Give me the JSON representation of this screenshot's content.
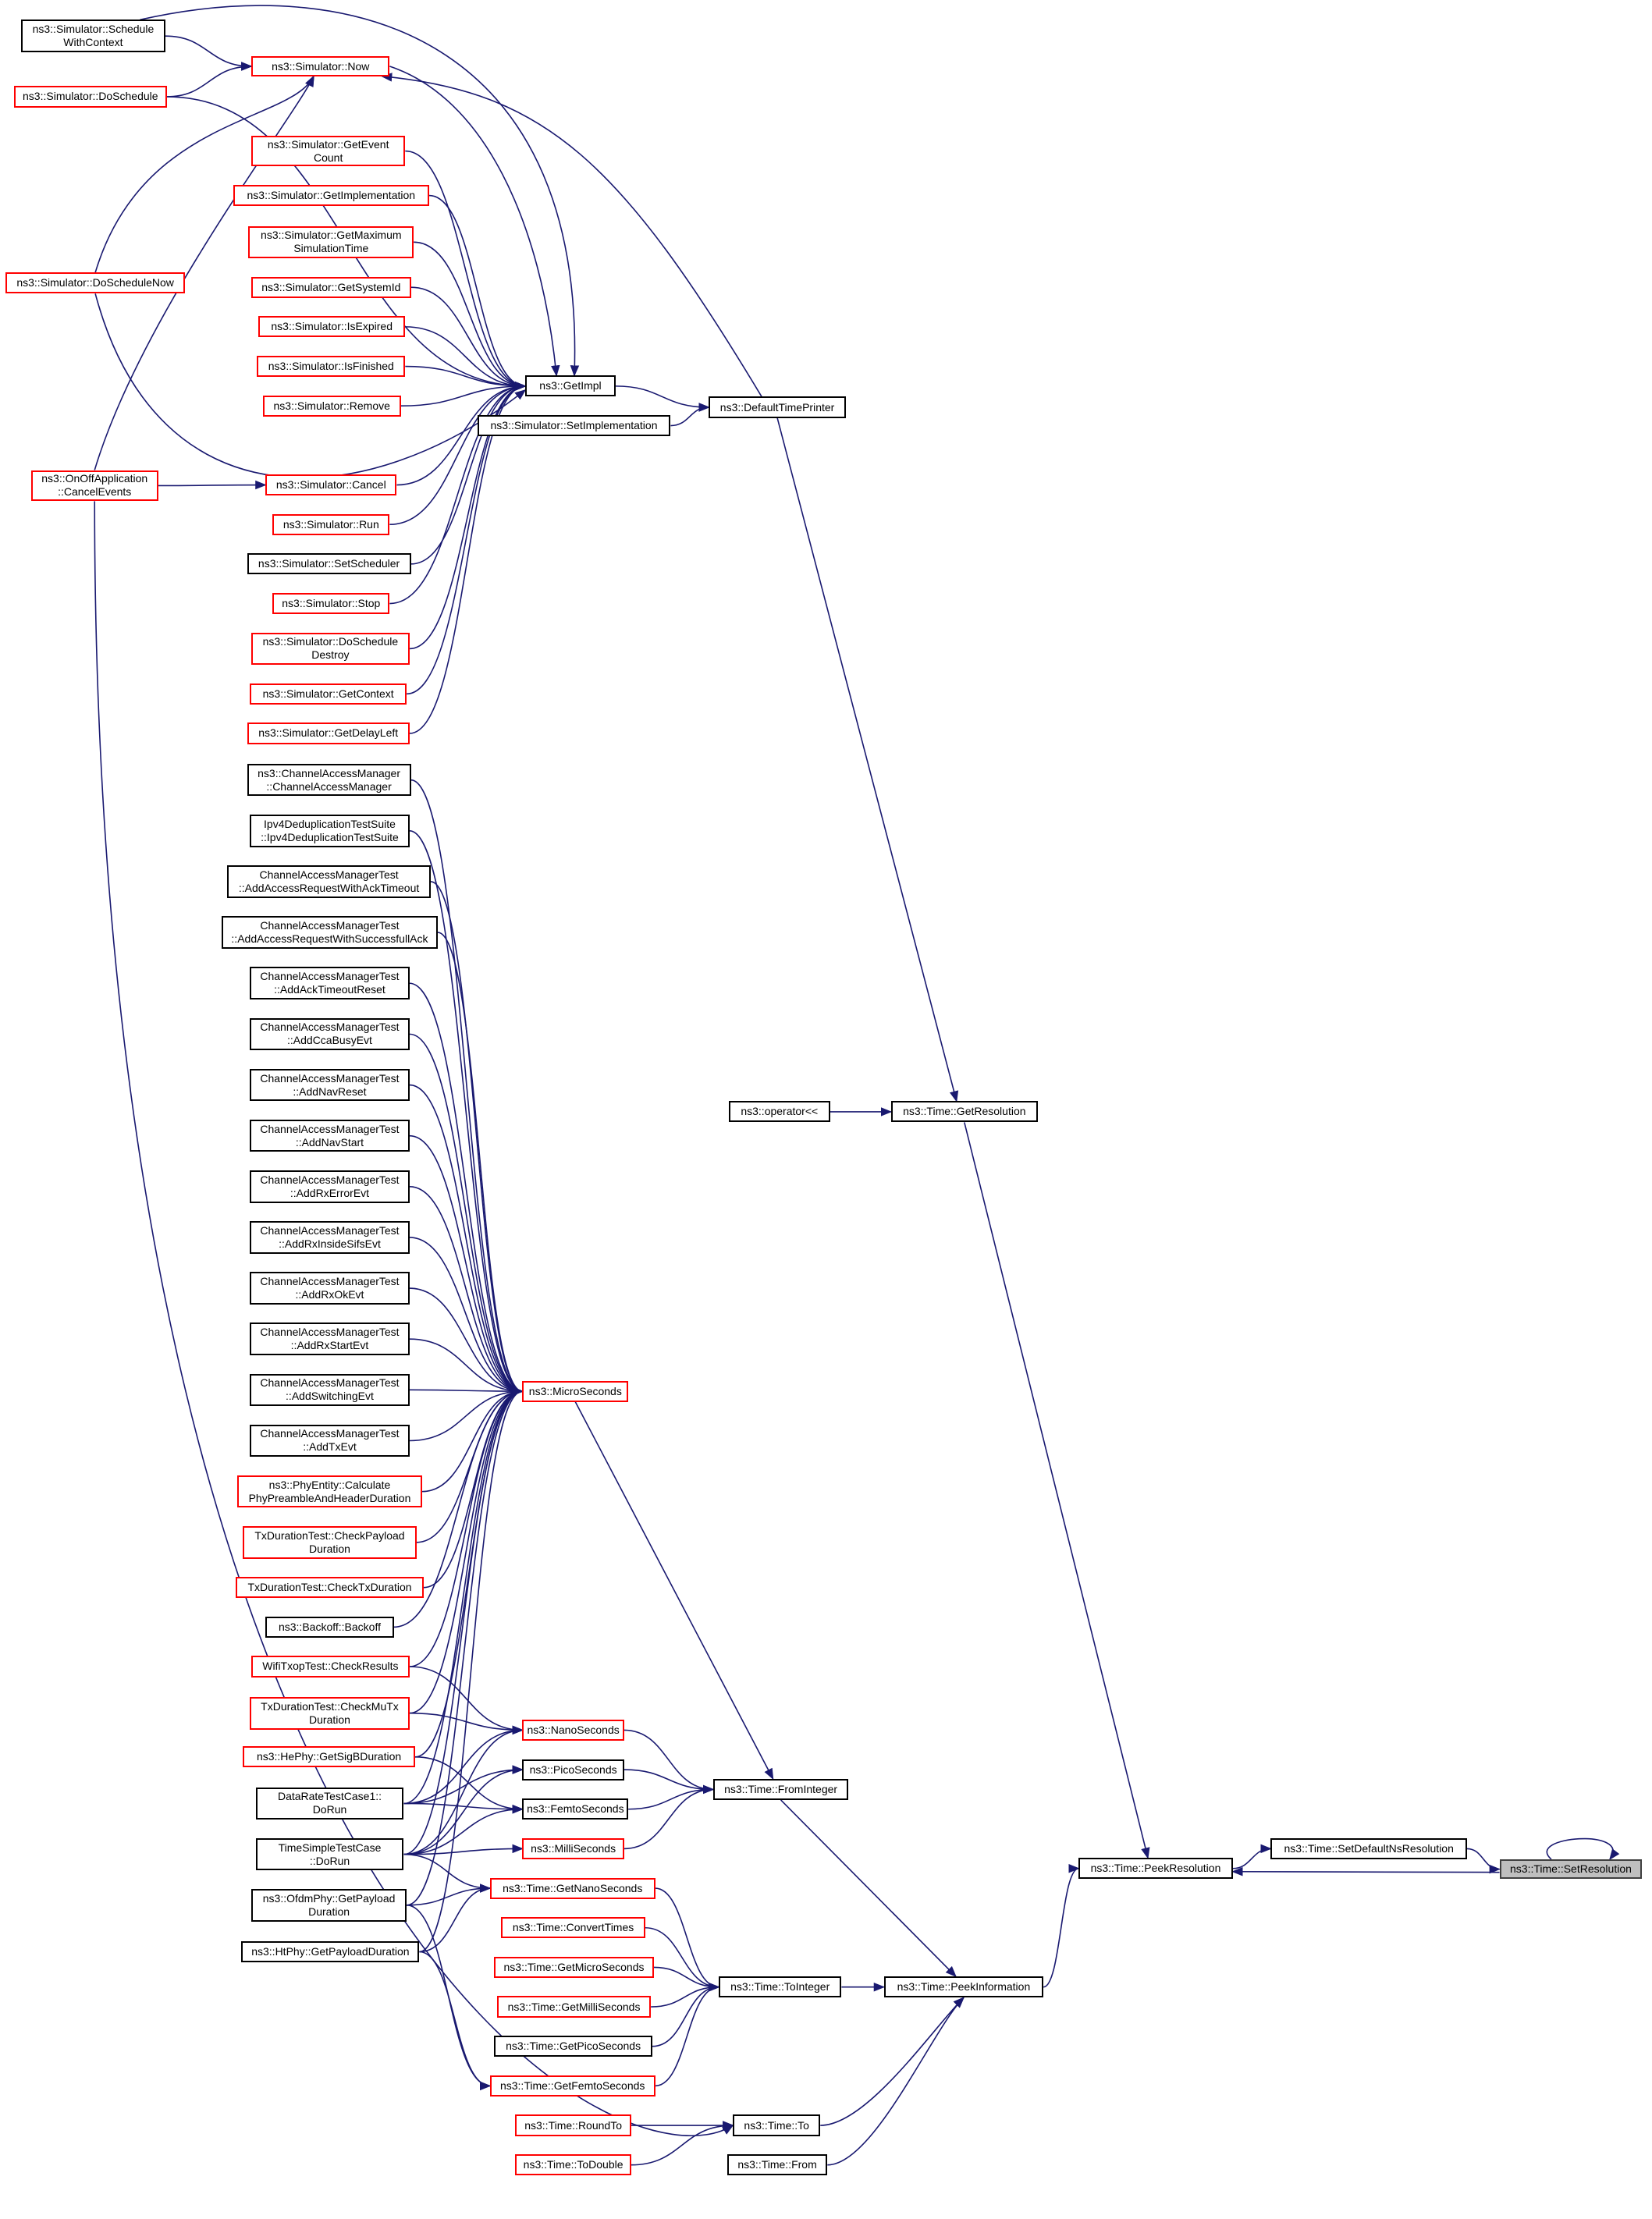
{
  "colors": {
    "edge": "#191970",
    "truncated_border": "#ff0000",
    "normal_border": "#000000",
    "focus_fill": "#bfbfbf"
  },
  "nodes": [
    {
      "id": "swc",
      "lines": [
        "ns3::Simulator::Schedule",
        "WithContext"
      ],
      "style": "black"
    },
    {
      "id": "now",
      "lines": [
        "ns3::Simulator::Now"
      ],
      "style": "red"
    },
    {
      "id": "dosched",
      "lines": [
        "ns3::Simulator::DoSchedule"
      ],
      "style": "red"
    },
    {
      "id": "evcount",
      "lines": [
        "ns3::Simulator::GetEvent",
        "Count"
      ],
      "style": "red"
    },
    {
      "id": "getimpln",
      "lines": [
        "ns3::Simulator::GetImplementation"
      ],
      "style": "red"
    },
    {
      "id": "getmax",
      "lines": [
        "ns3::Simulator::GetMaximum",
        "SimulationTime"
      ],
      "style": "red"
    },
    {
      "id": "sysid",
      "lines": [
        "ns3::Simulator::GetSystemId"
      ],
      "style": "red"
    },
    {
      "id": "isexp",
      "lines": [
        "ns3::Simulator::IsExpired"
      ],
      "style": "red"
    },
    {
      "id": "isfin",
      "lines": [
        "ns3::Simulator::IsFinished"
      ],
      "style": "red"
    },
    {
      "id": "remove",
      "lines": [
        "ns3::Simulator::Remove"
      ],
      "style": "red"
    },
    {
      "id": "getimpl",
      "lines": [
        "ns3::GetImpl"
      ],
      "style": "black"
    },
    {
      "id": "dtp",
      "lines": [
        "ns3::DefaultTimePrinter"
      ],
      "style": "black"
    },
    {
      "id": "setimpl",
      "lines": [
        "ns3::Simulator::SetImplementation"
      ],
      "style": "black"
    },
    {
      "id": "dsnow",
      "lines": [
        "ns3::Simulator::DoScheduleNow"
      ],
      "style": "red"
    },
    {
      "id": "onoff",
      "lines": [
        "ns3::OnOffApplication",
        "::CancelEvents"
      ],
      "style": "red"
    },
    {
      "id": "cancel",
      "lines": [
        "ns3::Simulator::Cancel"
      ],
      "style": "red"
    },
    {
      "id": "run",
      "lines": [
        "ns3::Simulator::Run"
      ],
      "style": "red"
    },
    {
      "id": "setsched",
      "lines": [
        "ns3::Simulator::SetScheduler"
      ],
      "style": "black"
    },
    {
      "id": "stop",
      "lines": [
        "ns3::Simulator::Stop"
      ],
      "style": "red"
    },
    {
      "id": "dsdestroy",
      "lines": [
        "ns3::Simulator::DoSchedule",
        "Destroy"
      ],
      "style": "red"
    },
    {
      "id": "getctx",
      "lines": [
        "ns3::Simulator::GetContext"
      ],
      "style": "red"
    },
    {
      "id": "delayleft",
      "lines": [
        "ns3::Simulator::GetDelayLeft"
      ],
      "style": "red"
    },
    {
      "id": "cam",
      "lines": [
        "ns3::ChannelAccessManager",
        "::ChannelAccessManager"
      ],
      "style": "black"
    },
    {
      "id": "ipv4dd",
      "lines": [
        "Ipv4DeduplicationTestSuite",
        "::Ipv4DeduplicationTestSuite"
      ],
      "style": "black"
    },
    {
      "id": "t1",
      "lines": [
        "ChannelAccessManagerTest",
        "::AddAccessRequestWithAckTimeout"
      ],
      "style": "black"
    },
    {
      "id": "t2",
      "lines": [
        "ChannelAccessManagerTest",
        "::AddAccessRequestWithSuccessfullAck"
      ],
      "style": "black"
    },
    {
      "id": "t3",
      "lines": [
        "ChannelAccessManagerTest",
        "::AddAckTimeoutReset"
      ],
      "style": "black"
    },
    {
      "id": "t4",
      "lines": [
        "ChannelAccessManagerTest",
        "::AddCcaBusyEvt"
      ],
      "style": "black"
    },
    {
      "id": "t5",
      "lines": [
        "ChannelAccessManagerTest",
        "::AddNavReset"
      ],
      "style": "black"
    },
    {
      "id": "t6",
      "lines": [
        "ChannelAccessManagerTest",
        "::AddNavStart"
      ],
      "style": "black"
    },
    {
      "id": "t7",
      "lines": [
        "ChannelAccessManagerTest",
        "::AddRxErrorEvt"
      ],
      "style": "black"
    },
    {
      "id": "t8",
      "lines": [
        "ChannelAccessManagerTest",
        "::AddRxInsideSifsEvt"
      ],
      "style": "black"
    },
    {
      "id": "t9",
      "lines": [
        "ChannelAccessManagerTest",
        "::AddRxOkEvt"
      ],
      "style": "black"
    },
    {
      "id": "t10",
      "lines": [
        "ChannelAccessManagerTest",
        "::AddRxStartEvt"
      ],
      "style": "black"
    },
    {
      "id": "t11",
      "lines": [
        "ChannelAccessManagerTest",
        "::AddSwitchingEvt"
      ],
      "style": "black"
    },
    {
      "id": "t12",
      "lines": [
        "ChannelAccessManagerTest",
        "::AddTxEvt"
      ],
      "style": "black"
    },
    {
      "id": "phyent",
      "lines": [
        "ns3::PhyEntity::Calculate",
        "PhyPreambleAndHeaderDuration"
      ],
      "style": "red"
    },
    {
      "id": "cpd",
      "lines": [
        "TxDurationTest::CheckPayload",
        "Duration"
      ],
      "style": "red"
    },
    {
      "id": "ctd",
      "lines": [
        "TxDurationTest::CheckTxDuration"
      ],
      "style": "red"
    },
    {
      "id": "backoff",
      "lines": [
        "ns3::Backoff::Backoff"
      ],
      "style": "black"
    },
    {
      "id": "cres",
      "lines": [
        "WifiTxopTest::CheckResults"
      ],
      "style": "red"
    },
    {
      "id": "cmutx",
      "lines": [
        "TxDurationTest::CheckMuTx",
        "Duration"
      ],
      "style": "red"
    },
    {
      "id": "hesigb",
      "lines": [
        "ns3::HePhy::GetSigBDuration"
      ],
      "style": "red"
    },
    {
      "id": "drtc",
      "lines": [
        "DataRateTestCase1::",
        "DoRun"
      ],
      "style": "black"
    },
    {
      "id": "tstc",
      "lines": [
        "TimeSimpleTestCase",
        "::DoRun"
      ],
      "style": "black"
    },
    {
      "id": "ofdm",
      "lines": [
        "ns3::OfdmPhy::GetPayload",
        "Duration"
      ],
      "style": "black"
    },
    {
      "id": "htphy",
      "lines": [
        "ns3::HtPhy::GetPayloadDuration"
      ],
      "style": "black"
    },
    {
      "id": "micro",
      "lines": [
        "ns3::MicroSeconds"
      ],
      "style": "red"
    },
    {
      "id": "nano",
      "lines": [
        "ns3::NanoSeconds"
      ],
      "style": "red"
    },
    {
      "id": "pico",
      "lines": [
        "ns3::PicoSeconds"
      ],
      "style": "black"
    },
    {
      "id": "femto",
      "lines": [
        "ns3::FemtoSeconds"
      ],
      "style": "black"
    },
    {
      "id": "milli",
      "lines": [
        "ns3::MilliSeconds"
      ],
      "style": "red"
    },
    {
      "id": "gnano",
      "lines": [
        "ns3::Time::GetNanoSeconds"
      ],
      "style": "red"
    },
    {
      "id": "conv",
      "lines": [
        "ns3::Time::ConvertTimes"
      ],
      "style": "red"
    },
    {
      "id": "gmicro",
      "lines": [
        "ns3::Time::GetMicroSeconds"
      ],
      "style": "red"
    },
    {
      "id": "gmilli",
      "lines": [
        "ns3::Time::GetMilliSeconds"
      ],
      "style": "red"
    },
    {
      "id": "gpico",
      "lines": [
        "ns3::Time::GetPicoSeconds"
      ],
      "style": "black"
    },
    {
      "id": "gfemto",
      "lines": [
        "ns3::Time::GetFemtoSeconds"
      ],
      "style": "red"
    },
    {
      "id": "roundto",
      "lines": [
        "ns3::Time::RoundTo"
      ],
      "style": "red"
    },
    {
      "id": "todouble",
      "lines": [
        "ns3::Time::ToDouble"
      ],
      "style": "red"
    },
    {
      "id": "toint",
      "lines": [
        "ns3::Time::ToInteger"
      ],
      "style": "black"
    },
    {
      "id": "to",
      "lines": [
        "ns3::Time::To"
      ],
      "style": "black"
    },
    {
      "id": "from",
      "lines": [
        "ns3::Time::From"
      ],
      "style": "black"
    },
    {
      "id": "fromint",
      "lines": [
        "ns3::Time::FromInteger"
      ],
      "style": "black"
    },
    {
      "id": "peekinfo",
      "lines": [
        "ns3::Time::PeekInformation"
      ],
      "style": "black"
    },
    {
      "id": "getres",
      "lines": [
        "ns3::Time::GetResolution"
      ],
      "style": "black"
    },
    {
      "id": "oplt",
      "lines": [
        "ns3::operator<<"
      ],
      "style": "black"
    },
    {
      "id": "peekres",
      "lines": [
        "ns3::Time::PeekResolution"
      ],
      "style": "black"
    },
    {
      "id": "setdef",
      "lines": [
        "ns3::Time::SetDefaultNsResolution"
      ],
      "style": "black"
    },
    {
      "id": "setres",
      "lines": [
        "ns3::Time::SetResolution"
      ],
      "style": "focus"
    }
  ],
  "edges": [
    [
      "swc",
      "now"
    ],
    [
      "dosched",
      "now"
    ],
    [
      "dsnow",
      "now"
    ],
    [
      "onoff",
      "now"
    ],
    [
      "dtp",
      "now"
    ],
    [
      "now",
      "getimpl"
    ],
    [
      "swc",
      "getimpl"
    ],
    [
      "dosched",
      "getimpl"
    ],
    [
      "dsnow",
      "getimpl"
    ],
    [
      "evcount",
      "getimpl"
    ],
    [
      "getimpln",
      "getimpl"
    ],
    [
      "getmax",
      "getimpl"
    ],
    [
      "sysid",
      "getimpl"
    ],
    [
      "isexp",
      "getimpl"
    ],
    [
      "isfin",
      "getimpl"
    ],
    [
      "remove",
      "getimpl"
    ],
    [
      "cancel",
      "getimpl"
    ],
    [
      "run",
      "getimpl"
    ],
    [
      "setsched",
      "getimpl"
    ],
    [
      "stop",
      "getimpl"
    ],
    [
      "dsdestroy",
      "getimpl"
    ],
    [
      "getctx",
      "getimpl"
    ],
    [
      "delayleft",
      "getimpl"
    ],
    [
      "onoff",
      "cancel"
    ],
    [
      "getimpl",
      "dtp"
    ],
    [
      "setimpl",
      "dtp"
    ],
    [
      "dtp",
      "getres"
    ],
    [
      "oplt",
      "getres"
    ],
    [
      "getres",
      "peekres"
    ],
    [
      "peekinfo",
      "peekres"
    ],
    [
      "peekres",
      "setdef"
    ],
    [
      "setdef",
      "setres"
    ],
    [
      "setres",
      "peekres"
    ],
    [
      "setres",
      "setres"
    ],
    [
      "cam",
      "micro"
    ],
    [
      "ipv4dd",
      "micro"
    ],
    [
      "t1",
      "micro"
    ],
    [
      "t2",
      "micro"
    ],
    [
      "t3",
      "micro"
    ],
    [
      "t4",
      "micro"
    ],
    [
      "t5",
      "micro"
    ],
    [
      "t6",
      "micro"
    ],
    [
      "t7",
      "micro"
    ],
    [
      "t8",
      "micro"
    ],
    [
      "t9",
      "micro"
    ],
    [
      "t10",
      "micro"
    ],
    [
      "t11",
      "micro"
    ],
    [
      "t12",
      "micro"
    ],
    [
      "phyent",
      "micro"
    ],
    [
      "cpd",
      "micro"
    ],
    [
      "ctd",
      "micro"
    ],
    [
      "backoff",
      "micro"
    ],
    [
      "cres",
      "micro"
    ],
    [
      "cmutx",
      "micro"
    ],
    [
      "hesigb",
      "micro"
    ],
    [
      "drtc",
      "micro"
    ],
    [
      "tstc",
      "micro"
    ],
    [
      "ofdm",
      "micro"
    ],
    [
      "htphy",
      "micro"
    ],
    [
      "cres",
      "nano"
    ],
    [
      "cmutx",
      "nano"
    ],
    [
      "drtc",
      "nano"
    ],
    [
      "tstc",
      "nano"
    ],
    [
      "drtc",
      "pico"
    ],
    [
      "tstc",
      "pico"
    ],
    [
      "hesigb",
      "femto"
    ],
    [
      "drtc",
      "femto"
    ],
    [
      "tstc",
      "femto"
    ],
    [
      "tstc",
      "milli"
    ],
    [
      "ofdm",
      "gnano"
    ],
    [
      "htphy",
      "gnano"
    ],
    [
      "tstc",
      "gnano"
    ],
    [
      "ofdm",
      "gfemto"
    ],
    [
      "htphy",
      "gfemto"
    ],
    [
      "micro",
      "fromint"
    ],
    [
      "nano",
      "fromint"
    ],
    [
      "pico",
      "fromint"
    ],
    [
      "femto",
      "fromint"
    ],
    [
      "milli",
      "fromint"
    ],
    [
      "fromint",
      "peekinfo"
    ],
    [
      "gnano",
      "toint"
    ],
    [
      "conv",
      "toint"
    ],
    [
      "gmicro",
      "toint"
    ],
    [
      "gmilli",
      "toint"
    ],
    [
      "gpico",
      "toint"
    ],
    [
      "gfemto",
      "toint"
    ],
    [
      "toint",
      "peekinfo"
    ],
    [
      "roundto",
      "to"
    ],
    [
      "todouble",
      "to"
    ],
    [
      "onoff",
      "to"
    ],
    [
      "to",
      "peekinfo"
    ],
    [
      "from",
      "peekinfo"
    ]
  ]
}
